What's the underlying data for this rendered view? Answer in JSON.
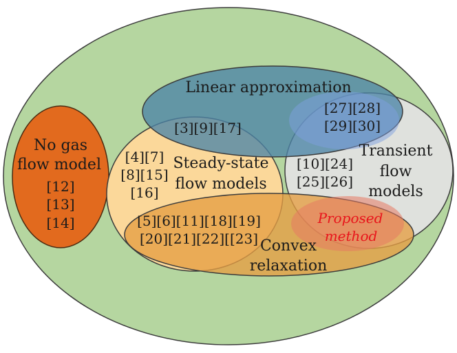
{
  "diagram": {
    "colors": {
      "outer": "#b5d6a0",
      "no_gas": "#e26a1e",
      "steady": "#fbd89a",
      "transient": "#e2e2e2",
      "linear": "#4b84a7",
      "convex": "#e59d42",
      "red_text": "#e8141b"
    },
    "no_gas": {
      "title_line1": "No gas",
      "title_line2": "flow model",
      "refs": [
        "[12]",
        "[13]",
        "[14]"
      ]
    },
    "linear": {
      "label": "Linear approximation"
    },
    "steady": {
      "label_line1": "Steady-state",
      "label_line2": "flow models",
      "refs_line1": "[4][7]",
      "refs_line2": "[8][15]",
      "refs_line3": "[16]"
    },
    "transient": {
      "label_line1": "Transient",
      "label_line2": "flow",
      "label_line3": "models",
      "refs_line1": "[10][24]",
      "refs_line2": "[25][26]"
    },
    "linear_steady_refs": "[3][9][17]",
    "linear_transient_refs_line1": "[27][28]",
    "linear_transient_refs_line2": "[29][30]",
    "convex": {
      "label_line1": "Convex",
      "label_line2": "relaxation"
    },
    "convex_steady_refs_line1": "[5][6][11][18][19]",
    "convex_steady_refs_line2": "[20][21][22][[23]",
    "proposed": {
      "line1": "Proposed",
      "line2": "method"
    }
  }
}
